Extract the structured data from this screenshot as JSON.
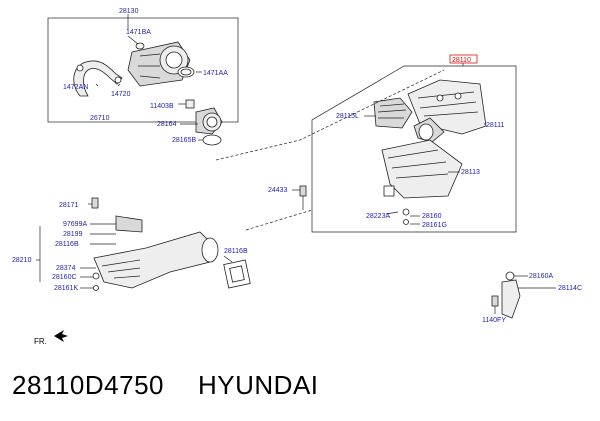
{
  "labels": {
    "l28130": "28130",
    "l1471BA": "1471BA",
    "l1471AA": "1471AA",
    "l1472AN": "1472AN",
    "l14720": "14720",
    "l26710": "26710",
    "l11403B": "11403B",
    "l28164": "28164",
    "l28165B": "28165B",
    "l28110": "28110",
    "l28115L": "28115L",
    "l28111": "28111",
    "l28113": "28113",
    "l24433": "24433",
    "l28223A": "28223A",
    "l28160": "28160",
    "l28161G": "28161G",
    "l28171": "28171",
    "l97699A": "97699A",
    "l28199": "28199",
    "l28116B_a": "28116B",
    "l28210": "28210",
    "l28374": "28374",
    "l28160C": "28160C",
    "l28161K": "28161K",
    "l28116B_b": "28116B",
    "l28160A": "28160A",
    "l28114C": "28114C",
    "l1140FY": "1140FY",
    "fr": "FR."
  },
  "caption": {
    "part_number": "28110D4750",
    "brand": "HYUNDAI"
  },
  "colors": {
    "label": "#1f1fa6",
    "highlight": "#d11111"
  }
}
